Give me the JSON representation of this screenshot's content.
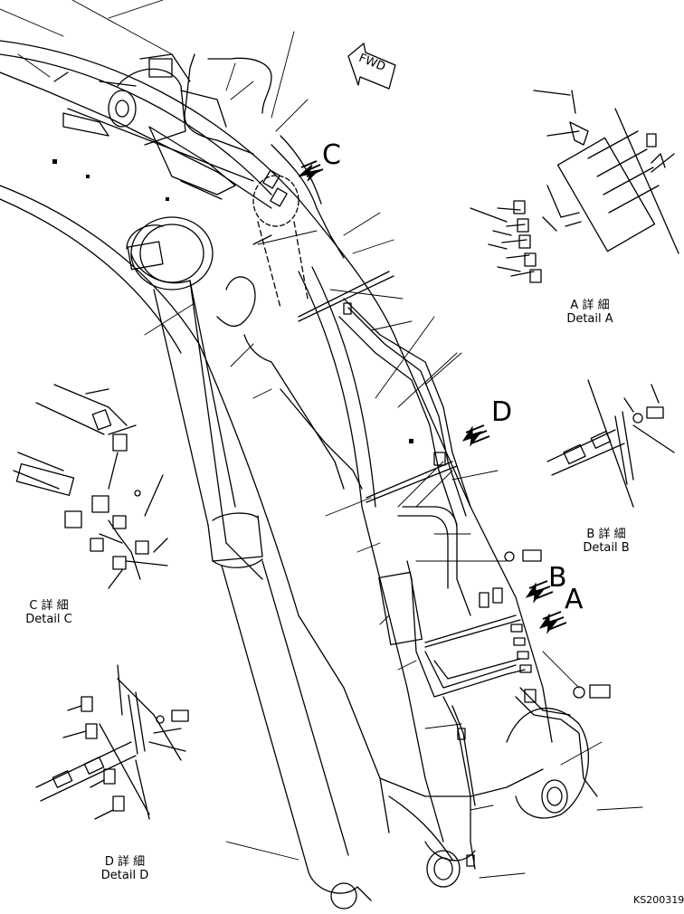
{
  "view_letters": {
    "a": "A",
    "b": "B",
    "c": "C",
    "d": "D"
  },
  "fwd_label": "FWD",
  "details": {
    "a": {
      "jp": "A 詳 細",
      "en": "Detail A"
    },
    "b": {
      "jp": "B 詳 細",
      "en": "Detail B"
    },
    "c": {
      "jp": "C 詳 細",
      "en": "Detail C"
    },
    "d": {
      "jp": "D 詳 細",
      "en": "Detail D"
    }
  },
  "drawing_code": "KS200319"
}
